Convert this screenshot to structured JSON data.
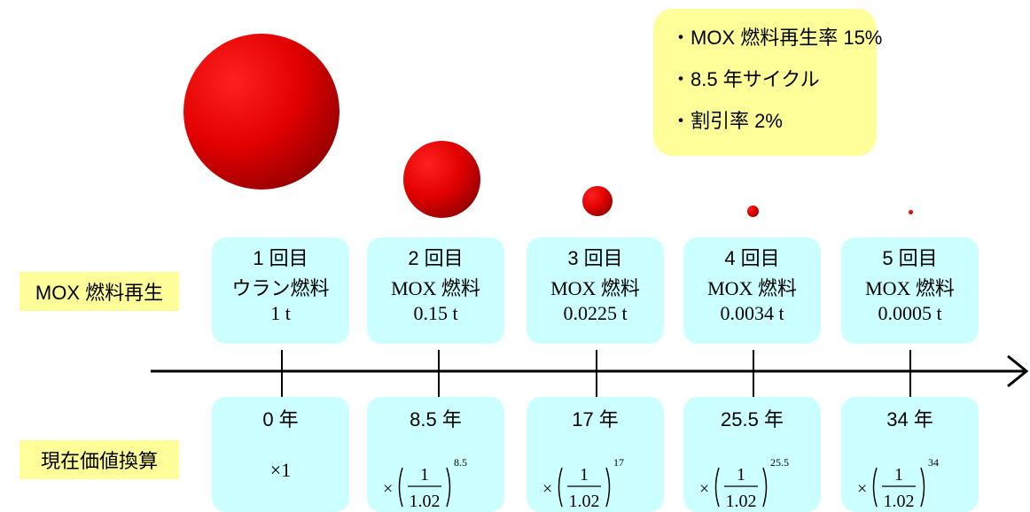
{
  "info_box": {
    "lines": [
      "・MOX 燃料再生率 15%",
      "・8.5 年サイクル",
      "・割引率 2%"
    ]
  },
  "row_labels": {
    "mox": "MOX 燃料再生",
    "present_value": "現在価値換算"
  },
  "cycles": [
    {
      "label": "1 回目",
      "fuel": "ウラン燃料",
      "amount": "1 t"
    },
    {
      "label": "2 回目",
      "fuel": "MOX 燃料",
      "amount": "0.15 t"
    },
    {
      "label": "3 回目",
      "fuel": "MOX 燃料",
      "amount": "0.0225 t"
    },
    {
      "label": "4 回目",
      "fuel": "MOX 燃料",
      "amount": "0.0034 t"
    },
    {
      "label": "5 回目",
      "fuel": "MOX 燃料",
      "amount": "0.0005 t"
    }
  ],
  "years": [
    {
      "label": "0 年",
      "factor": "×1"
    },
    {
      "label": "8.5 年",
      "times": "×",
      "numerator": "1",
      "denominator": "1.02",
      "exponent": "8.5"
    },
    {
      "label": "17 年",
      "times": "×",
      "numerator": "1",
      "denominator": "1.02",
      "exponent": "17"
    },
    {
      "label": "25.5 年",
      "times": "×",
      "numerator": "1",
      "denominator": "1.02",
      "exponent": "25.5"
    },
    {
      "label": "34 年",
      "times": "×",
      "numerator": "1",
      "denominator": "1.02",
      "exponent": "34"
    }
  ],
  "colors": {
    "sphere": "#e00000",
    "info_box": "#ffff99",
    "cycle_box": "#ccffff"
  }
}
